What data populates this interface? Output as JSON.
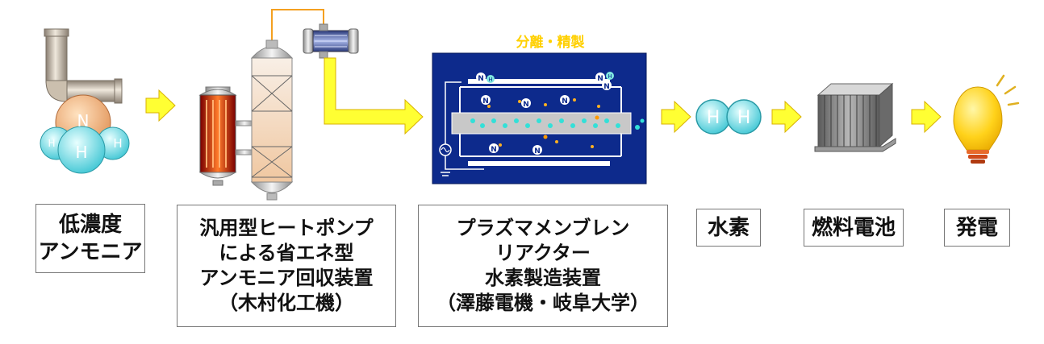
{
  "stages": [
    {
      "id": "ammonia",
      "lines": [
        "低濃度",
        "アンモニア"
      ]
    },
    {
      "id": "recovery",
      "lines": [
        "汎用型ヒートポンプ",
        "による省エネ型",
        "アンモニア回収装置",
        "（木村化工機）"
      ]
    },
    {
      "id": "reactor",
      "lines": [
        "プラズマメンブレン",
        "リアクター",
        "水素製造装置",
        "（澤藤電機・岐阜大学）"
      ]
    },
    {
      "id": "hydrogen",
      "lines": [
        "水素"
      ]
    },
    {
      "id": "fuelcell",
      "lines": [
        "燃料電池"
      ]
    },
    {
      "id": "power",
      "lines": [
        "発電"
      ]
    }
  ],
  "reactor_panel": {
    "title": "分離・精製",
    "atom_n": "N",
    "atom_h": "H"
  },
  "molecule": {
    "n": "N",
    "h1": "H",
    "h2": "H",
    "h3": "H"
  },
  "h2_molecule": {
    "h1": "H",
    "h2": "H"
  },
  "colors": {
    "arrow": "#ffff33",
    "arrow_stroke": "#d8b000",
    "panel_bg": "#0d2a8c",
    "title_text": "#ffd000"
  }
}
